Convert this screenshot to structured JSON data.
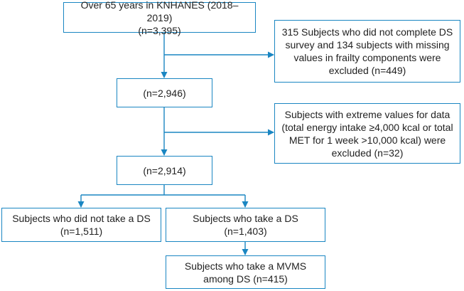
{
  "boxes": {
    "start": "Over 65 years in KNHANES (2018–2019)\n(n=3,395)",
    "exclusion1": "315 Subjects who did not complete DS\nsurvey and 134 subjects with missing\nvalues in frailty components were\nexcluded (n=449)",
    "step2": "(n=2,946)",
    "exclusion2": "Subjects with extreme values for data\n(total energy intake ≥4,000 kcal or total\nMET for 1 week >10,000 kcal) were\nexcluded (n=32)",
    "step3": "(n=2,914)",
    "no_ds": "Subjects who did not take a DS\n(n=1,511)",
    "ds": "Subjects who take a DS\n(n=1,403)",
    "mvms": "Subjects who take a MVMS\namong DS (n=415)"
  },
  "colors": {
    "line": "#1a86c2",
    "text": "#222222"
  }
}
